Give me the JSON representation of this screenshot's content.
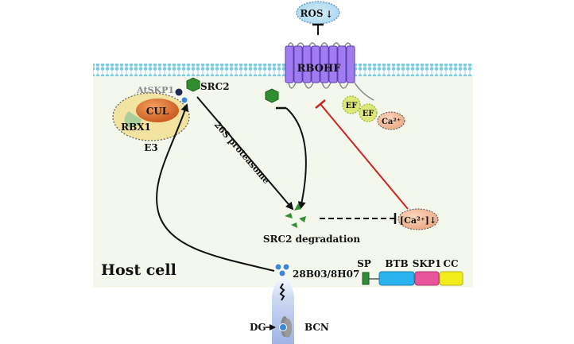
{
  "labels": {
    "ros": "ROS",
    "ros_arrow": "↓",
    "rbohf": "RBOHF",
    "ef1": "EF",
    "ef2": "EF",
    "ca_top": "Ca²⁺",
    "src2": "SRC2",
    "atskp1": "AtSKP1",
    "cul": "CUL",
    "rbx1": "RBX1",
    "e3": "E3",
    "proteasome": "26S proteasome",
    "src2_degradation": "SRC2 degradation",
    "ca_low": "[Ca²⁺]↓",
    "host_cell": "Host cell",
    "effector": "28B03/8H07",
    "dg": "DG",
    "bcn": "BCN",
    "domain_sp": "SP",
    "domain_btb": "BTB",
    "domain_skp1": "SKP1",
    "domain_cc": "CC"
  },
  "colors": {
    "cytoplasm": "#f3f7ec",
    "membrane": "#86d2ea",
    "rbohf": "#a07cf0",
    "src2": "#2f8f2f",
    "cul": "#d96a2a",
    "rbx1": "#a9cf9a",
    "e3_ring": "#f3e3a0",
    "inhibit_red": "#cc2222",
    "sp": "#2e8b3a",
    "btb": "#2bb3f0",
    "skp1": "#e8559a",
    "cc": "#f2ee1c"
  }
}
